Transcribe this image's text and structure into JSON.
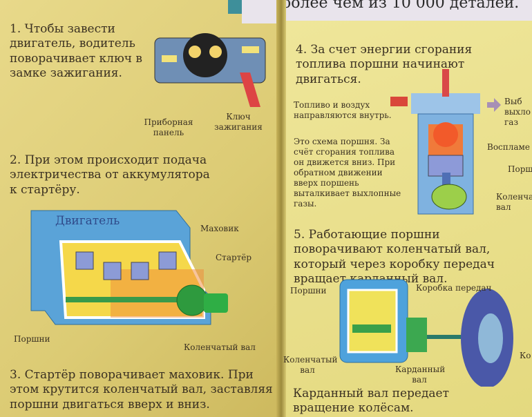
{
  "top_text": "более чем из 10 000 деталей.",
  "left": {
    "step1": "1. Чтобы завести двигатель, водитель поворачивает ключ в замке зажигания.",
    "label_dashboard": "Приборная панель",
    "label_key": "Ключ зажигания",
    "step2": "2. При этом происходит подача электричества от аккумулятора к стартёру.",
    "engine_title": "Двигатель",
    "label_flywheel": "Маховик",
    "label_starter": "Стартёр",
    "label_pistons": "Поршни",
    "label_crankshaft": "Коленчатый вал",
    "step3": "3. Стартёр поворачивает маховик. При этом крутится коленчатый вал, заставляя поршни двигаться вверх и вниз."
  },
  "right": {
    "step4": "4. За счет энергии сгорания топлива поршни начинают двигаться.",
    "label_fuel": "Топливо и воздух направляются внутрь.",
    "piston_desc": "Это схема поршня. За счёт сгорания топлива он движется вниз. При обратном движении вверх поршень выталкивает выхлопные газы.",
    "label_exhaust": "Выб выхло газ",
    "label_ignition": "Воспламе",
    "label_piston": "Порш",
    "label_crank": "Коленча вал",
    "step5": "5. Работающие поршни поворачивают коленчатый вал, который через коробку передач вращает карданный вал.",
    "label_pistons": "Поршни",
    "label_gearbox": "Коробка передач",
    "label_crankshaft": "Коленчатый вал",
    "label_driveshaft": "Карданный вал",
    "label_wheel": "Ко",
    "caption": "Карданный вал передает вращение колёсам."
  }
}
